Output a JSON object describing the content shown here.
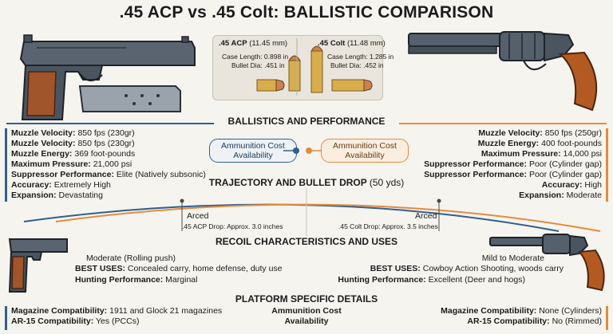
{
  "header": {
    "title": ".45 ACP vs .45 Colt: BALLISTIC COMPARISON"
  },
  "cartridges": {
    "acp": {
      "name": ".45 ACP",
      "size": "(11.45 mm)",
      "case_label": "Case Length: 0.898 in",
      "bullet_label": "Bullet Dia: .451 in"
    },
    "colt": {
      "name": ".45 Colt",
      "size": "(11.48 mm)",
      "case_label": "Case Length: 1.285 in",
      "bullet_label": "Bullet Dia: .452 in"
    }
  },
  "sections": {
    "ballistics": "BALLISTICS AND PERFORMANCE",
    "trajectory": "TRAJECTORY AND BULLET DROP",
    "trajectory_range": "(50 yds)",
    "recoil": "RECOIL CHARACTERISTICS AND USES",
    "platform": "PLATFORM SPECIFIC DETAILS"
  },
  "center_pills": {
    "left": "Ammunition Cost Availability",
    "right": "Ammunition Cost Availability"
  },
  "left_stats": [
    {
      "label": "Muzzle Velocity:",
      "value": " 850 fps (230gr)"
    },
    {
      "label": "Muzzle Velocity:",
      "value": " 850 fps (230gr)"
    },
    {
      "label": "Muzzle Energy:",
      "value": " 369 foot-pounds"
    },
    {
      "label": "Maximum Pressure:",
      "value": " 21,000 psi"
    },
    {
      "label": "Suppressor Performance:",
      "value": " Elite (Natively subsonic)"
    },
    {
      "label": "Accuracy:",
      "value": " Extremely High"
    },
    {
      "label": "Expansion:",
      "value": " Devastating"
    }
  ],
  "right_stats": [
    {
      "label": "Muzzle Velocity:",
      "value": " 850 fps (250gr)"
    },
    {
      "label": "Muzzle Energy:",
      "value": " 400 foot-pounds"
    },
    {
      "label": "Maximum Pressure:",
      "value": " 14,000 psi"
    },
    {
      "label": "Suppressor Performance:",
      "value": " Poor (Cylinder gap)"
    },
    {
      "label": "Suppressor Performance:",
      "value": " Poor (Cylinder gap)"
    },
    {
      "label": "Accuracy:",
      "value": " High"
    },
    {
      "label": "Expansion:",
      "value": " Moderate"
    }
  ],
  "trajectory": {
    "left_label": "Arced",
    "left_drop": ".45 ACP Drop: Approx. 3.0 inches",
    "right_label": "Arced",
    "right_drop": ".45 Colt Drop: Approx. 3.5 inches"
  },
  "recoil": {
    "left_feel": "Moderate (Rolling push)",
    "left_uses_label": "BEST USES:",
    "left_uses": " Concealed carry, home defense, duty use",
    "left_hunt_label": "Hunting Performance:",
    "left_hunt": " Marginal",
    "right_feel": "Mild to Moderate",
    "right_uses_label": "BEST USES:",
    "right_uses": " Cowboy Action Shooting, woods carry",
    "right_hunt_label": "Hunting Performance:",
    "right_hunt": " Excellent (Deer and hogs)"
  },
  "platform": {
    "left_mag_label": "Magazine Compatibility:",
    "left_mag": " 1911 and Glock 21 magazines",
    "left_ar_label": "AR-15 Compatibility:",
    "left_ar": " Yes (PCCs)",
    "center": "Ammunition Cost Availability",
    "right_mag_label": "Magazine Compatibility:",
    "right_mag": " None (Cylinders)",
    "right_ar_label": "AR-15 Compatibility:",
    "right_ar": " No (Rimmed)"
  },
  "colors": {
    "acp": "#2f5f8f",
    "colt": "#e38b3c",
    "ink": "#1b1b1b"
  }
}
